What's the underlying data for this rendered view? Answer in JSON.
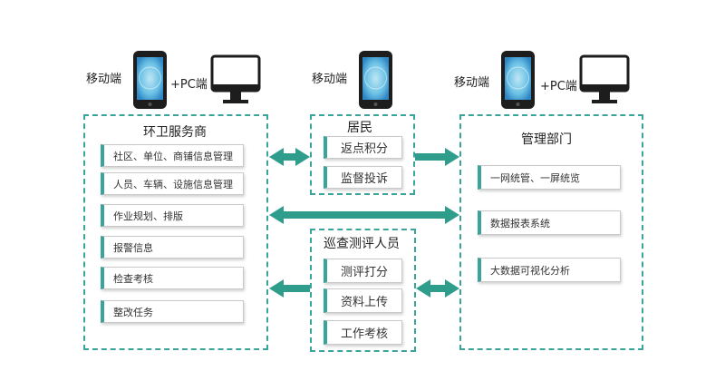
{
  "devices": {
    "left_mobile": "移动端",
    "left_pc": "+PC端",
    "mid_mobile": "移动端",
    "right_mobile": "移动端",
    "right_pc": "+PC端"
  },
  "left_panel": {
    "title": "环卫服务商",
    "items": [
      "社区、单位、商铺信息管理",
      "人员、车辆、设施信息管理",
      "作业规划、排版",
      "报警信息",
      "检查考核",
      "整改任务"
    ]
  },
  "resident_panel": {
    "title": "居民",
    "items": [
      "返点积分",
      "监督投诉"
    ]
  },
  "inspector_panel": {
    "title": "巡查测评人员",
    "items": [
      "测评打分",
      "资料上传",
      "工作考核"
    ]
  },
  "right_panel": {
    "title": "管理部门",
    "items": [
      "一网统管、一屏统览",
      "数据报表系统",
      "大数据可视化分析"
    ]
  },
  "colors": {
    "accent": "#3aa39a",
    "arrow": "#2e9d8c",
    "screen": "#4fa6d8"
  }
}
